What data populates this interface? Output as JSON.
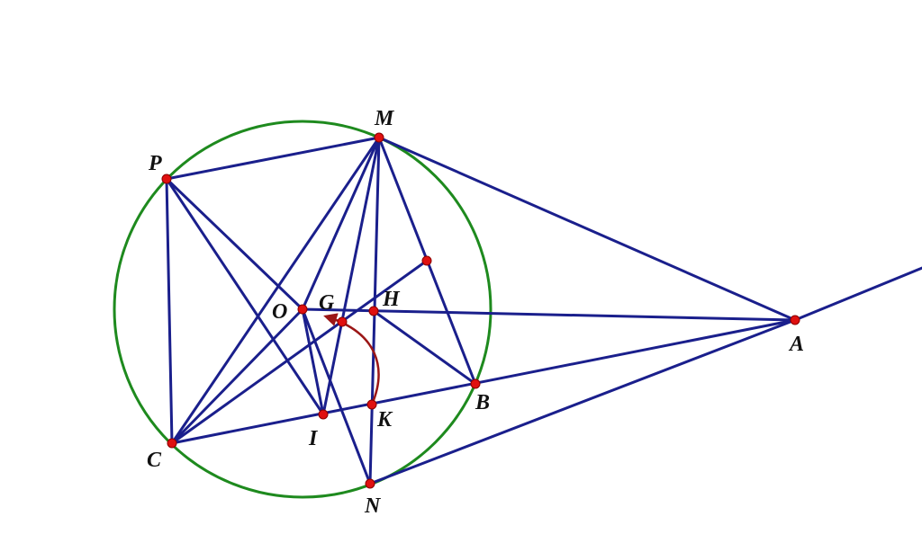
{
  "colors": {
    "line": "#1a1f8c",
    "circle": "#1e8a1e",
    "point": "#e01010",
    "arc": "#9b1616"
  },
  "points": {
    "M": {
      "label": "M"
    },
    "P": {
      "label": "P"
    },
    "O": {
      "label": "O"
    },
    "G": {
      "label": "G"
    },
    "H": {
      "label": "H"
    },
    "A": {
      "label": "A"
    },
    "B": {
      "label": "B"
    },
    "K": {
      "label": "K"
    },
    "I": {
      "label": "I"
    },
    "C": {
      "label": "C"
    },
    "N": {
      "label": "N"
    },
    "E": {
      "label": ""
    }
  },
  "segments": [
    [
      "P",
      "M"
    ],
    [
      "M",
      "A"
    ],
    [
      "P",
      "C"
    ],
    [
      "P",
      "O"
    ],
    [
      "P",
      "I"
    ],
    [
      "M",
      "C"
    ],
    [
      "M",
      "O"
    ],
    [
      "M",
      "I"
    ],
    [
      "M",
      "N"
    ],
    [
      "M",
      "B"
    ],
    [
      "C",
      "O"
    ],
    [
      "C",
      "E"
    ],
    [
      "C",
      "A"
    ],
    [
      "O",
      "A"
    ],
    [
      "H",
      "B"
    ],
    [
      "O",
      "I"
    ],
    [
      "O",
      "N"
    ],
    [
      "N",
      "A"
    ]
  ],
  "rays": [
    [
      "C",
      "A"
    ]
  ]
}
